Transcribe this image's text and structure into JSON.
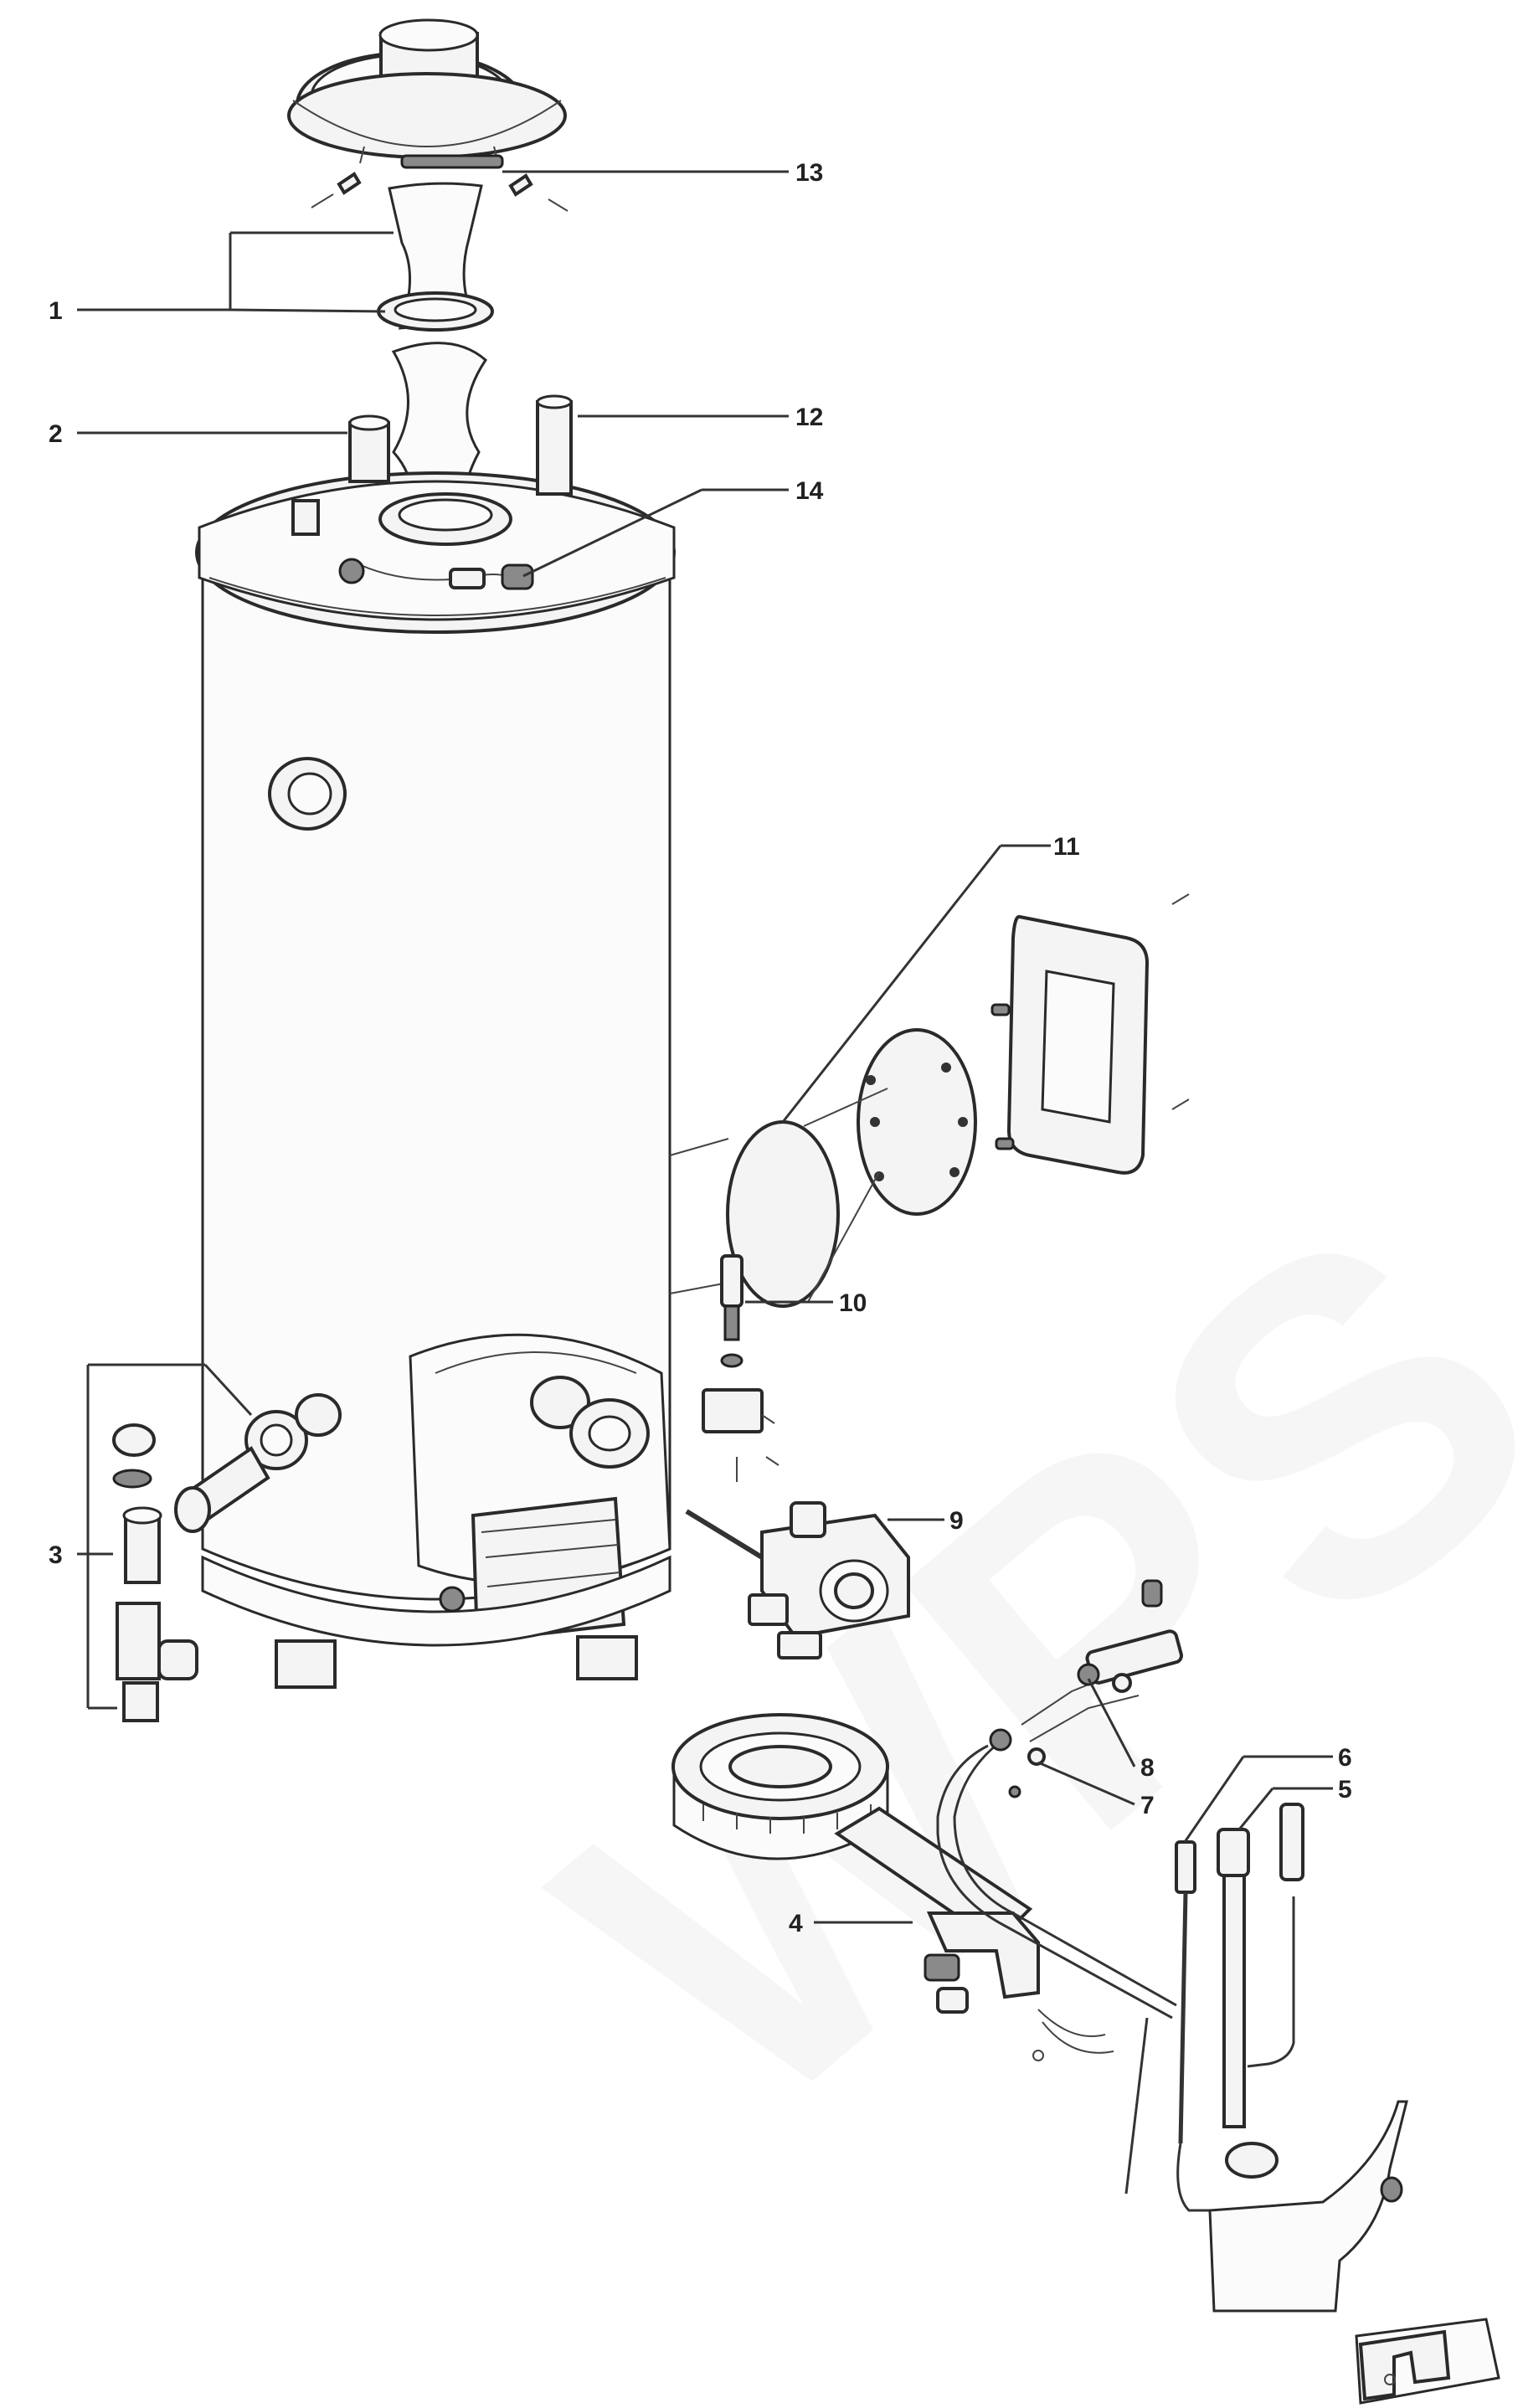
{
  "watermark": {
    "text": "WPS"
  },
  "callouts": [
    {
      "id": "1",
      "label": "1"
    },
    {
      "id": "2",
      "label": "2"
    },
    {
      "id": "3",
      "label": "3"
    },
    {
      "id": "4",
      "label": "4"
    },
    {
      "id": "5",
      "label": "5"
    },
    {
      "id": "6",
      "label": "6"
    },
    {
      "id": "7",
      "label": "7"
    },
    {
      "id": "8",
      "label": "8"
    },
    {
      "id": "9",
      "label": "9"
    },
    {
      "id": "10",
      "label": "10"
    },
    {
      "id": "11",
      "label": "11"
    },
    {
      "id": "12",
      "label": "12"
    },
    {
      "id": "13",
      "label": "13"
    },
    {
      "id": "14",
      "label": "14"
    }
  ]
}
